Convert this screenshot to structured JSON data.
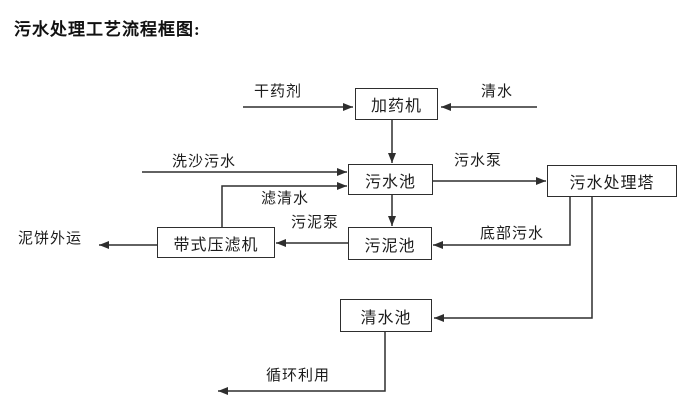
{
  "title": "污水处理工艺流程框图:",
  "colors": {
    "ink": "#2e2e2e",
    "background": "#ffffff"
  },
  "diagram": {
    "nodes": {
      "dosing_machine": {
        "label": "加药机"
      },
      "sewage_pool": {
        "label": "污水池"
      },
      "treatment_tower": {
        "label": "污水处理塔"
      },
      "belt_filter_press": {
        "label": "带式压滤机"
      },
      "sludge_pool": {
        "label": "污泥池"
      },
      "clean_water_pool": {
        "label": "清水池"
      }
    },
    "flow_labels": {
      "dry_agent": "干药剂",
      "clean_water": "清水",
      "sand_washing_sewage": "洗沙污水",
      "sewage_pump": "污水泵",
      "filtered_water": "滤清水",
      "sludge_pump": "污泥泵",
      "bottom_sewage": "底部污水",
      "mud_cake_out": "泥饼外运",
      "recycle": "循环利用"
    }
  }
}
